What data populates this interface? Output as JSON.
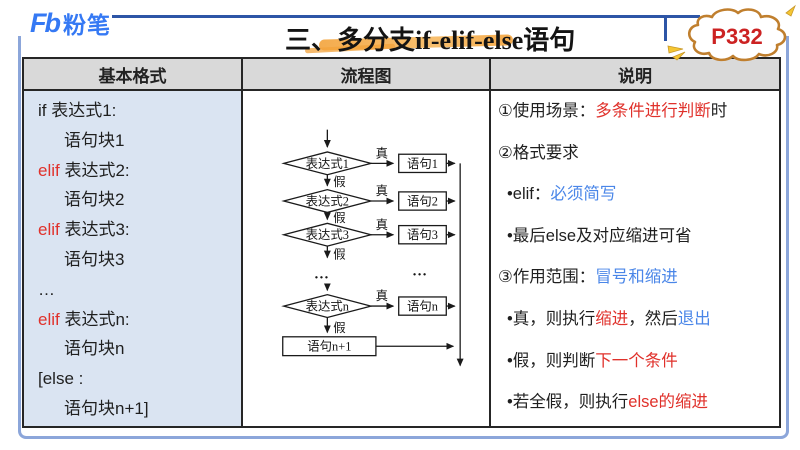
{
  "colors": {
    "brand_blue": "#3579f4",
    "rule_blue": "#2d55a6",
    "frame_blue": "#8ca6da",
    "accent_red": "#e0312b",
    "accent_blue": "#4a86e8"
  },
  "header": {
    "logo_mark": "Fb",
    "logo_text": "粉笔",
    "title": "三、多分支if-elif-else语句",
    "page_badge": "P332"
  },
  "table": {
    "headers": [
      "基本格式",
      "流程图",
      "说明"
    ]
  },
  "code_lines": [
    {
      "indent": 0,
      "segments": [
        {
          "t": "if  表达式1:"
        }
      ]
    },
    {
      "indent": 1,
      "segments": [
        {
          "t": "语句块1"
        }
      ]
    },
    {
      "indent": 0,
      "segments": [
        {
          "t": "elif",
          "c": "red"
        },
        {
          "t": "  表达式2:"
        }
      ]
    },
    {
      "indent": 1,
      "segments": [
        {
          "t": "语句块2"
        }
      ]
    },
    {
      "indent": 0,
      "segments": [
        {
          "t": "elif",
          "c": "red"
        },
        {
          "t": " 表达式3:"
        }
      ]
    },
    {
      "indent": 1,
      "segments": [
        {
          "t": "语句块3"
        }
      ]
    },
    {
      "indent": 0,
      "segments": [
        {
          "t": "…"
        }
      ]
    },
    {
      "indent": 0,
      "segments": [
        {
          "t": "elif",
          "c": "red"
        },
        {
          "t": "  表达式n:"
        }
      ]
    },
    {
      "indent": 1,
      "segments": [
        {
          "t": "语句块n"
        }
      ]
    },
    {
      "indent": 0,
      "segments": [
        {
          "t": "[else :"
        }
      ]
    },
    {
      "indent": 1,
      "segments": [
        {
          "t": "语句块n+1]"
        }
      ]
    }
  ],
  "flowchart": {
    "diamonds": [
      "表达式1",
      "表达式2",
      "表达式3",
      "表达式n"
    ],
    "boxes": [
      "语句1",
      "语句2",
      "语句3",
      "语句n"
    ],
    "final_box": "语句n+1",
    "true_label": "真",
    "false_label": "假",
    "ellipsis": "…"
  },
  "notes": [
    {
      "indent": 0,
      "segments": [
        {
          "t": "①使用场景："
        },
        {
          "t": "多条件进行判断",
          "c": "red"
        },
        {
          "t": "时"
        }
      ]
    },
    {
      "indent": 0,
      "segments": [
        {
          "t": "②格式要求"
        }
      ]
    },
    {
      "indent": 1,
      "segments": [
        {
          "t": "•elif："
        },
        {
          "t": "必须简写",
          "c": "blue"
        }
      ]
    },
    {
      "indent": 1,
      "segments": [
        {
          "t": "•最后else及对应缩进可省"
        }
      ]
    },
    {
      "indent": 0,
      "segments": [
        {
          "t": "③作用范围："
        },
        {
          "t": "冒号和缩进",
          "c": "blue"
        }
      ]
    },
    {
      "indent": 1,
      "segments": [
        {
          "t": "•真，则执行"
        },
        {
          "t": "缩进",
          "c": "red"
        },
        {
          "t": "，然后"
        },
        {
          "t": "退出",
          "c": "blue"
        }
      ]
    },
    {
      "indent": 1,
      "segments": [
        {
          "t": "•假，则判断"
        },
        {
          "t": "下一个条件",
          "c": "red"
        }
      ]
    },
    {
      "indent": 1,
      "segments": [
        {
          "t": "•若全假，则执行"
        },
        {
          "t": "else的缩进",
          "c": "red"
        }
      ]
    }
  ]
}
